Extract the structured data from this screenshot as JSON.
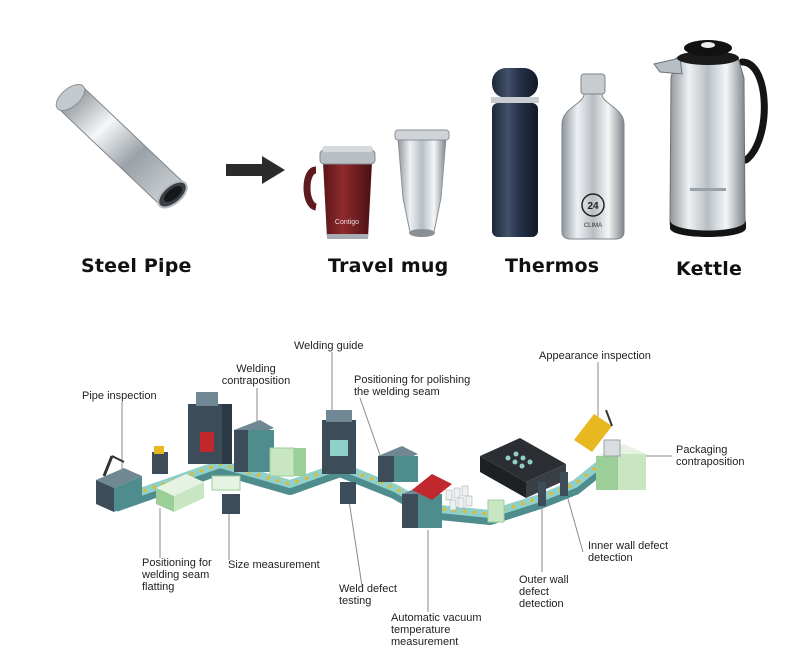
{
  "products": {
    "steel_pipe": "Steel Pipe",
    "travel_mug": "Travel mug",
    "thermos": "Thermos",
    "kettle": "Kettle"
  },
  "product_marks": {
    "mug_brand": "Contigo",
    "bottle_number": "24",
    "bottle_brand": "CLIMA"
  },
  "callouts": {
    "pipe_inspection": "Pipe inspection",
    "welding_contraposition": "Welding\ncontraposition",
    "welding_guide": "Welding guide",
    "positioning_polishing": "Positioning for polishing\nthe welding seam",
    "appearance_inspection": "Appearance inspection",
    "packaging_contraposition": "Packaging\ncontraposition",
    "positioning_flatting": "Positioning for\nwelding seam\nflatting",
    "size_measurement": "Size measurement",
    "weld_defect_testing": "Weld defect\ntesting",
    "vacuum_measurement": "Automatic vacuum\ntemperature\nmeasurement",
    "outer_wall_detection": "Outer wall\ndefect\ndetection",
    "inner_wall_detection": "Inner wall defect\ndetection"
  },
  "colors": {
    "machine_dark": "#3c4c58",
    "machine_teal": "#4f8c8e",
    "conveyor_light": "#8fd0c8",
    "panel_green": "#c9e6c2",
    "accent_red": "#c0282e",
    "accent_yellow": "#e8b820",
    "leader_line": "#8a8a8a"
  }
}
